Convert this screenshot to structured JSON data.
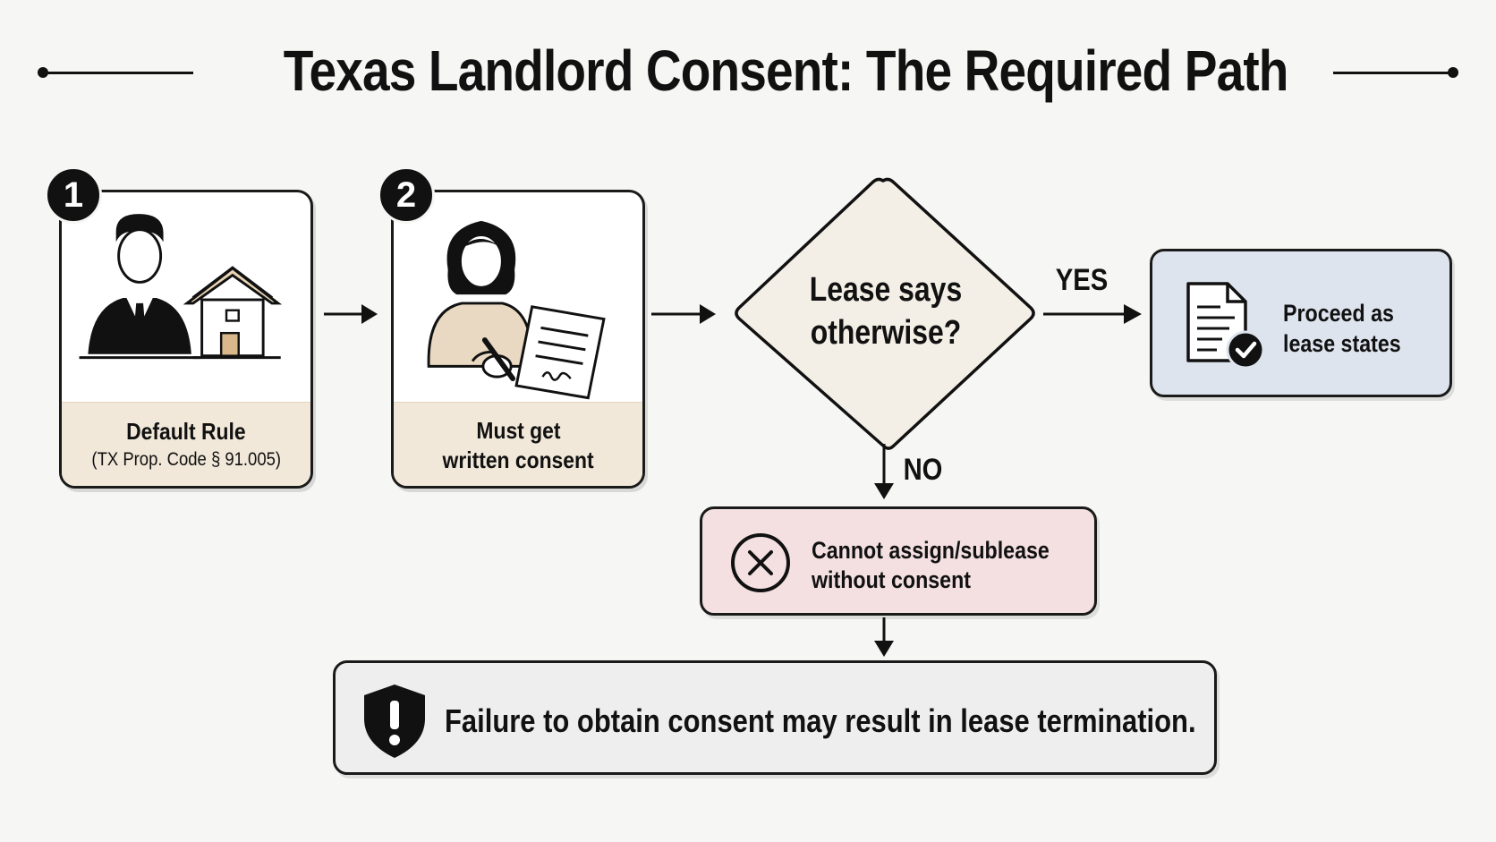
{
  "title": "Texas Landlord Consent: The Required Path",
  "steps": [
    {
      "number": "1",
      "label": "Default Rule",
      "sublabel": "(TX Prop. Code § 91.005)",
      "icon": "landlord-house-icon"
    },
    {
      "number": "2",
      "label_line1": "Must get",
      "label_line2": "written consent",
      "icon": "tenant-signing-icon"
    }
  ],
  "decision": {
    "line1": "Lease says",
    "line2": "otherwise?"
  },
  "branches": {
    "yes": "YES",
    "no": "NO"
  },
  "outcomes": {
    "yes": {
      "line1": "Proceed as",
      "line2": "lease states",
      "icon": "document-check-icon"
    },
    "no": {
      "line1": "Cannot assign/sublease",
      "line2": "without consent",
      "icon": "x-circle-icon"
    }
  },
  "warning": {
    "text": "Failure to obtain consent may result in lease termination.",
    "icon": "shield-alert-icon"
  },
  "colors": {
    "card_footer": "#f1e8d9",
    "decision_fill": "#f4efe6",
    "proceed_fill": "#dde4ee",
    "cannot_fill": "#f4e0e1",
    "warning_fill": "#eeeeee",
    "ink": "#111111"
  }
}
